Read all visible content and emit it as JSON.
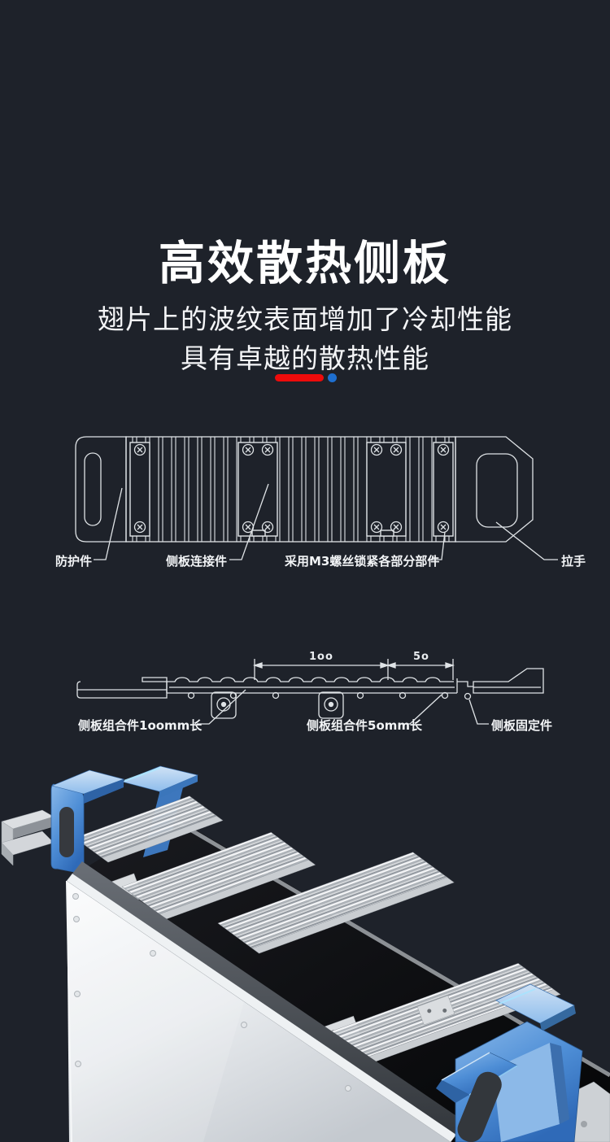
{
  "colors": {
    "background": "#1e222a",
    "text": "#ffffff",
    "line_art": "#dfe3e6",
    "accent_red": "#ee0b0b",
    "accent_blue": "#1e6fd0",
    "product_anodized_blue": "#5e97d8",
    "aluminum": "#d8dbde"
  },
  "header": {
    "title": "高效散热侧板",
    "subtitle_line1": "翅片上的波纹表面增加了冷却性能",
    "subtitle_line2": "具有卓越的散热性能"
  },
  "front_view": {
    "labels": {
      "guard": "防护件",
      "connector": "侧板连接件",
      "screws": "采用M3螺丝锁紧各部分部件",
      "handle": "拉手"
    }
  },
  "profile_view": {
    "dimensions": {
      "long": "1oo",
      "short": "5o"
    },
    "labels": {
      "long_assembly": "侧板组合件1oomm长",
      "short_assembly": "侧板组合件5omm长",
      "fixing": "侧板固定件"
    }
  }
}
